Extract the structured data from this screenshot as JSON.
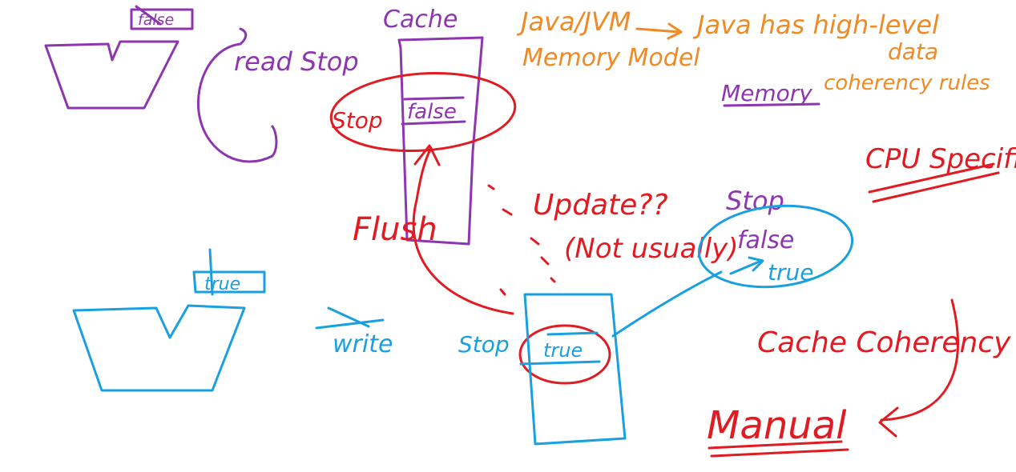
{
  "colors": {
    "purple": "#8e35b0",
    "orange": "#f08a24",
    "red": "#e01b22",
    "blue": "#1aa0e0",
    "background": "#ffffff"
  },
  "labels": {
    "cpu1_value": "false",
    "cache1_title": "Cache",
    "read_stop": "read Stop",
    "cache1_entry_key": "Stop",
    "cache1_entry_value": "false",
    "java_jvm": "Java/JVM",
    "memory_model": "Memory Model",
    "java_high_level": "Java has high-level",
    "java_data": "data",
    "memory": "Memory",
    "coherency_rules": "coherency rules",
    "cpu_specific": "CPU Specific",
    "flush": "Flush",
    "update_q": "Update??",
    "not_usually": "(Not usually)",
    "memory_stop_key": "Stop",
    "memory_stop_old": "false",
    "memory_stop_new": "true",
    "cpu2_value": "true",
    "write": "write",
    "cache2_key": "Stop",
    "cache2_value": "true",
    "cache_coherency": "Cache Coherency",
    "manual": "Manual"
  }
}
